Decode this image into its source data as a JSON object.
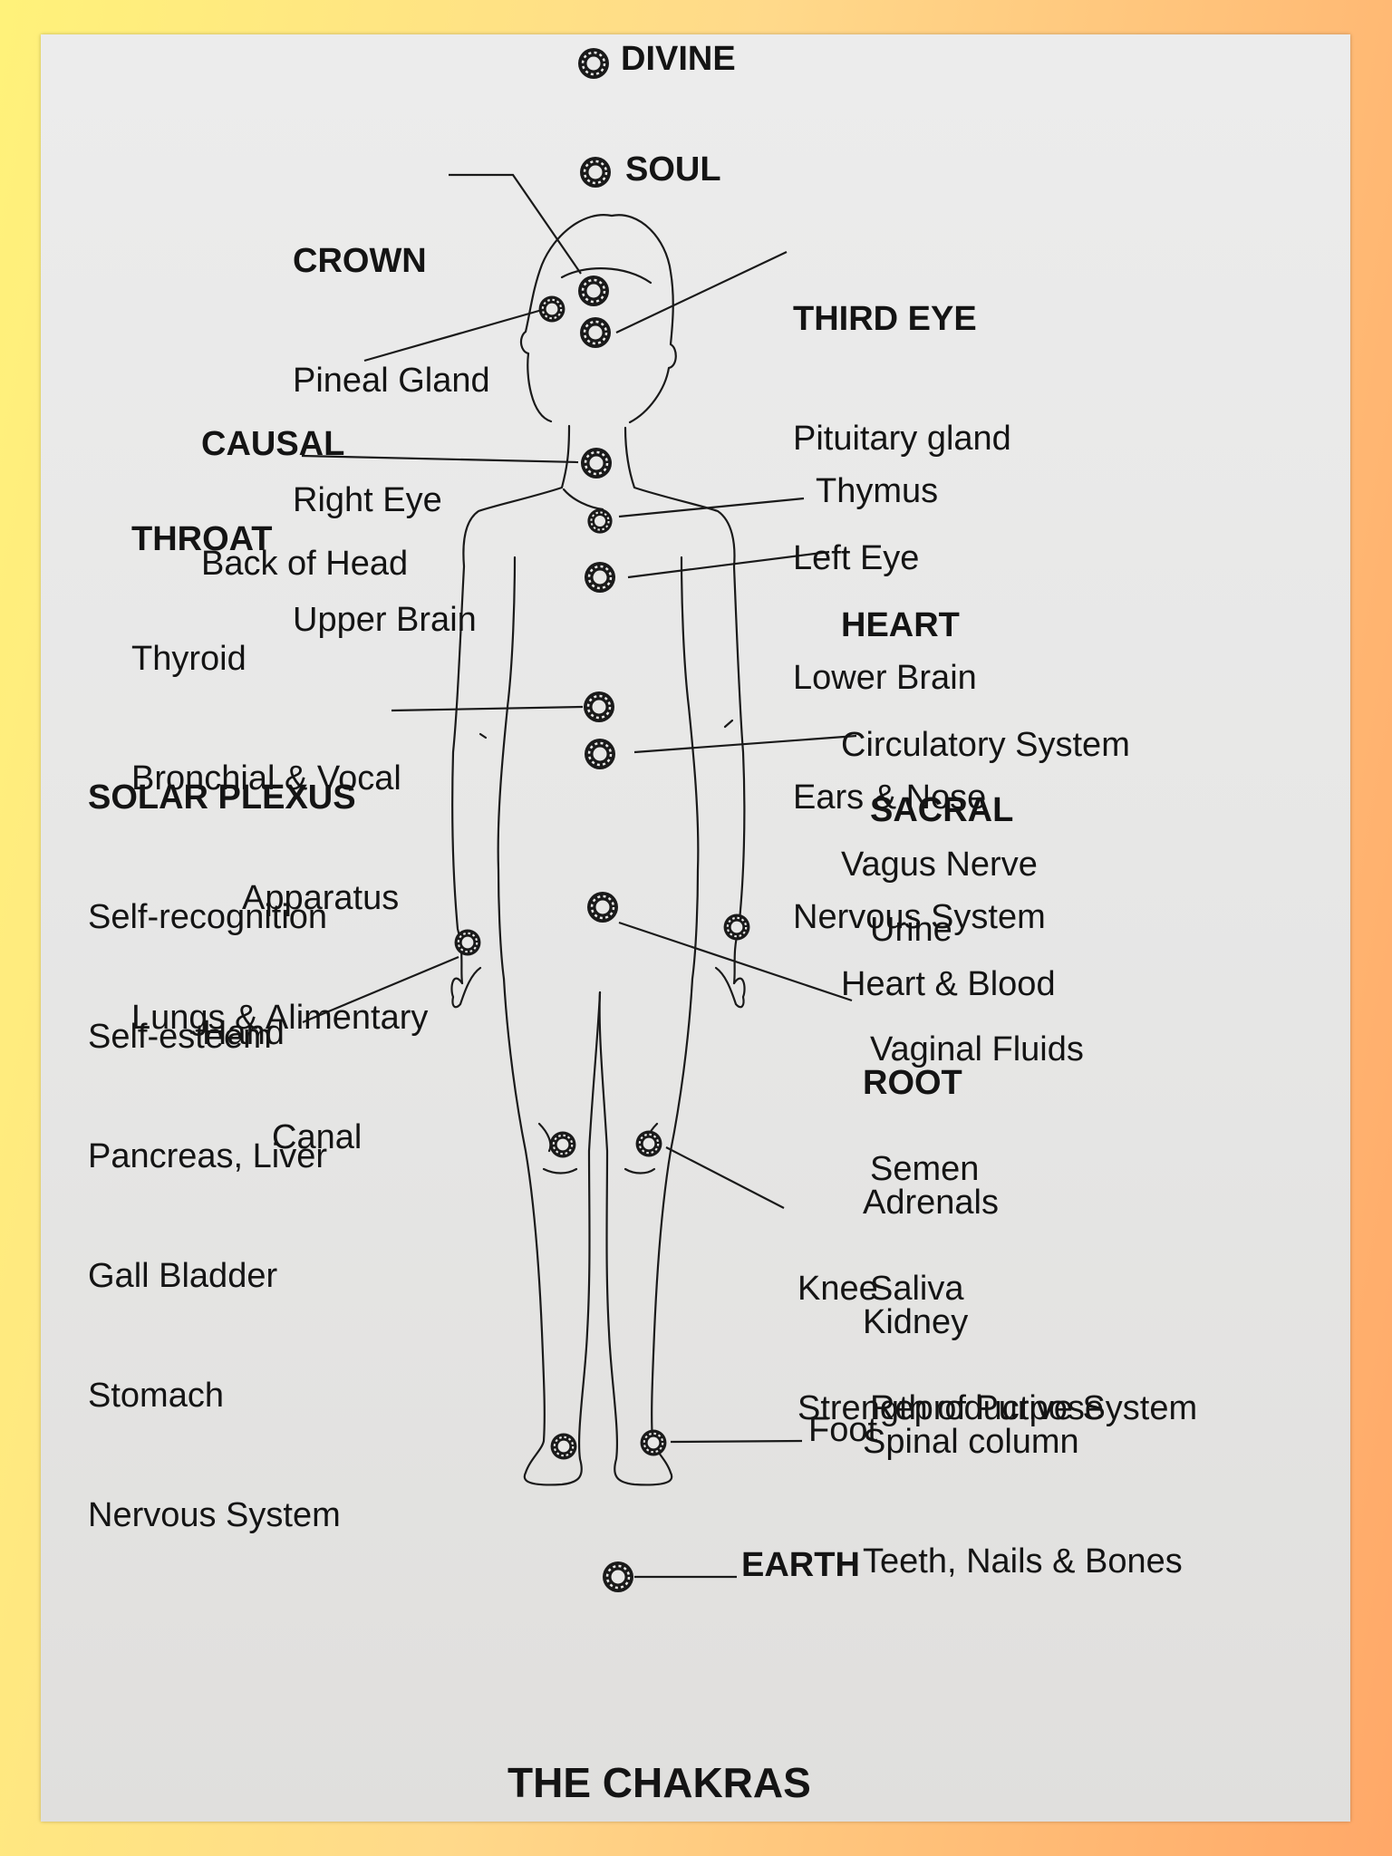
{
  "title": "THE CHAKRAS",
  "poles": {
    "divine": "DIVINE",
    "soul": "SOUL",
    "earth": "EARTH"
  },
  "crown": {
    "name": "CROWN",
    "items": [
      "Pineal Gland",
      "Right Eye",
      "Upper Brain"
    ]
  },
  "causal": {
    "name": "CAUSAL",
    "items": [
      "Back of Head"
    ]
  },
  "throat": {
    "name": "THROAT",
    "items": [
      "Thyroid",
      "Bronchial & Vocal",
      "Apparatus",
      "Lungs & Alimentary",
      "Canal"
    ]
  },
  "solar_plexus": {
    "name": "SOLAR PLEXUS",
    "items": [
      "Self-recognition",
      "Self-esteem",
      "Pancreas, Liver",
      "Gall Bladder",
      "Stomach",
      "Nervous System"
    ]
  },
  "hand": "Hand",
  "third_eye": {
    "name": "THIRD EYE",
    "items": [
      "Pituitary gland",
      "Left Eye",
      "Lower Brain",
      "Ears & Nose",
      "Nervous System"
    ]
  },
  "thymus": "Thymus",
  "heart": {
    "name": "HEART",
    "items": [
      "Circulatory System",
      "Vagus Nerve",
      "Heart & Blood"
    ]
  },
  "sacral": {
    "name": "SACRAL",
    "items": [
      "Urine",
      "Vaginal Fluids",
      "Semen",
      "Saliva",
      "Reproductive System"
    ]
  },
  "root": {
    "name": "ROOT",
    "items": [
      "Adrenals",
      "Kidney",
      "Spinal column",
      "Teeth, Nails & Bones"
    ]
  },
  "knee": {
    "name": "Knee",
    "items": [
      "Strength of Purpose"
    ]
  },
  "foot": "Foot",
  "colors": {
    "background_left": "#fff27a",
    "background_right": "#ffa868",
    "paper": "#e8e8e7",
    "ink": "#141414"
  }
}
